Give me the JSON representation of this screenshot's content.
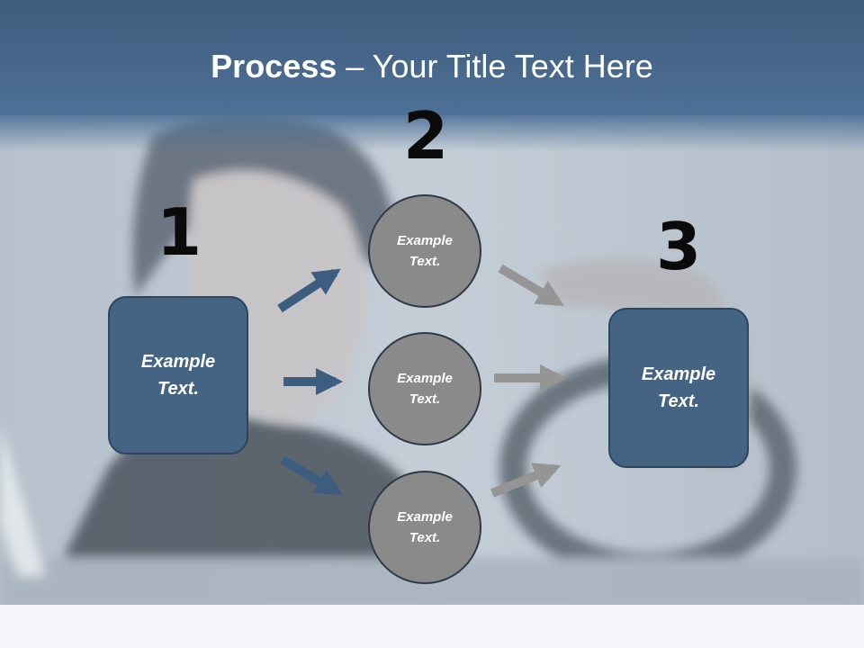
{
  "title": {
    "bold": "Process",
    "rest": " – Your Title Text Here"
  },
  "numbers": {
    "one": "1",
    "two": "2",
    "three": "3"
  },
  "steps": {
    "left_box": "Example Text.",
    "circle_top": "Example Text.",
    "circle_middle": "Example Text.",
    "circle_bottom": "Example Text.",
    "right_box": "Example Text."
  },
  "colors": {
    "header_band": "#4a6a8e",
    "box_fill": "#456484",
    "circle_fill": "#8a8a8a",
    "blue_arrow": "#3d5d80",
    "gray_arrow": "#959595"
  }
}
